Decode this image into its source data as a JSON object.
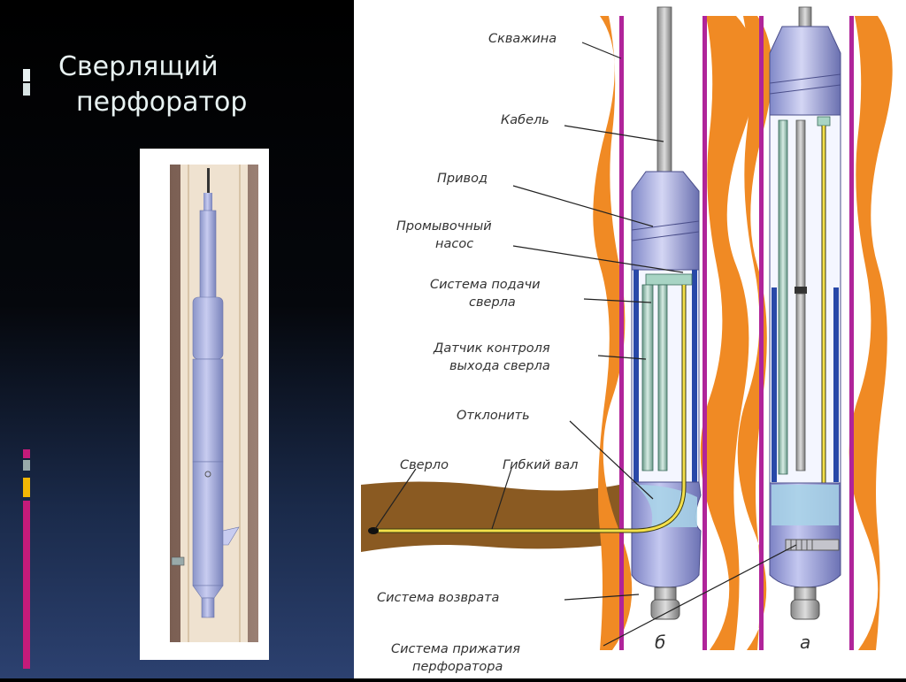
{
  "slide": {
    "title_line1": "Сверлящий",
    "title_line2": "перфоратор"
  },
  "diagram": {
    "labels": {
      "well": "Скважина",
      "cable": "Кабель",
      "drive": "Привод",
      "pump_l1": "Промывочный",
      "pump_l2": "насос",
      "feed_l1": "Система подачи",
      "feed_l2": "сверла",
      "sensor_l1": "Датчик контроля",
      "sensor_l2": "выхода сверла",
      "deflect": "Отклонить",
      "drill": "Сверло",
      "shaft": "Гибкий вал",
      "return": "Система возврата",
      "clamp_l1": "Система прижатия",
      "clamp_l2": "перфоратора",
      "variant_b": "б",
      "variant_a": "а"
    }
  },
  "colors": {
    "formation": "#f08a24",
    "casing": "#b0249a",
    "rock": "#8a5a22",
    "tool_body": "#9aa0d8",
    "shaft": "#f4e04a"
  }
}
